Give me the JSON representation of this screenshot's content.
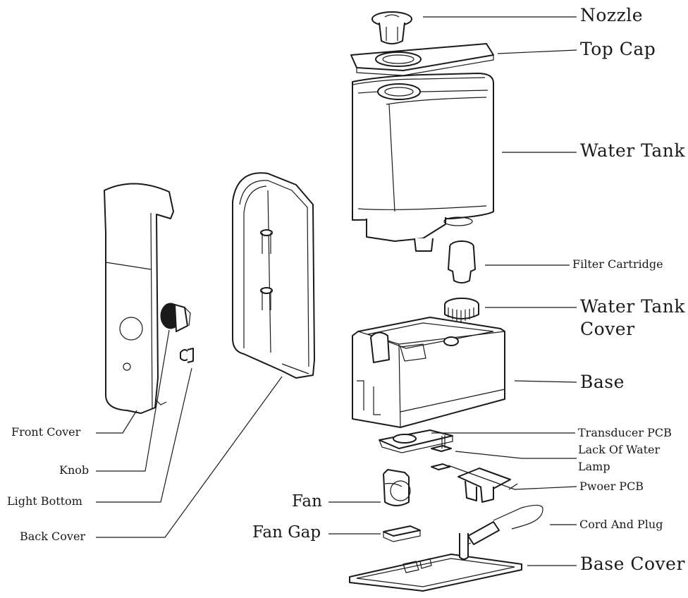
{
  "labels": {
    "nozzle": "Nozzle",
    "top_cap": "Top Cap",
    "water_tank": "Water Tank",
    "filter_cartridge": "Filter Cartridge",
    "water_tank_cover_line1": "Water Tank",
    "water_tank_cover_line2": "Cover",
    "base": "Base",
    "transducer_pcb": "Transducer PCB",
    "lack_of_water_line1": "Lack Of Water",
    "lack_of_water_line2": "Lamp",
    "power_pcb": "Pwoer PCB",
    "cord_and_plug": "Cord And Plug",
    "base_cover": "Base Cover",
    "fan": "Fan",
    "fan_gap": "Fan Gap",
    "front_cover": "Front Cover",
    "knob": "Knob",
    "light_bottom": "Light Bottom",
    "back_cover": "Back Cover"
  },
  "colors": {
    "ink": "#1a1a1a",
    "paper": "#ffffff"
  }
}
